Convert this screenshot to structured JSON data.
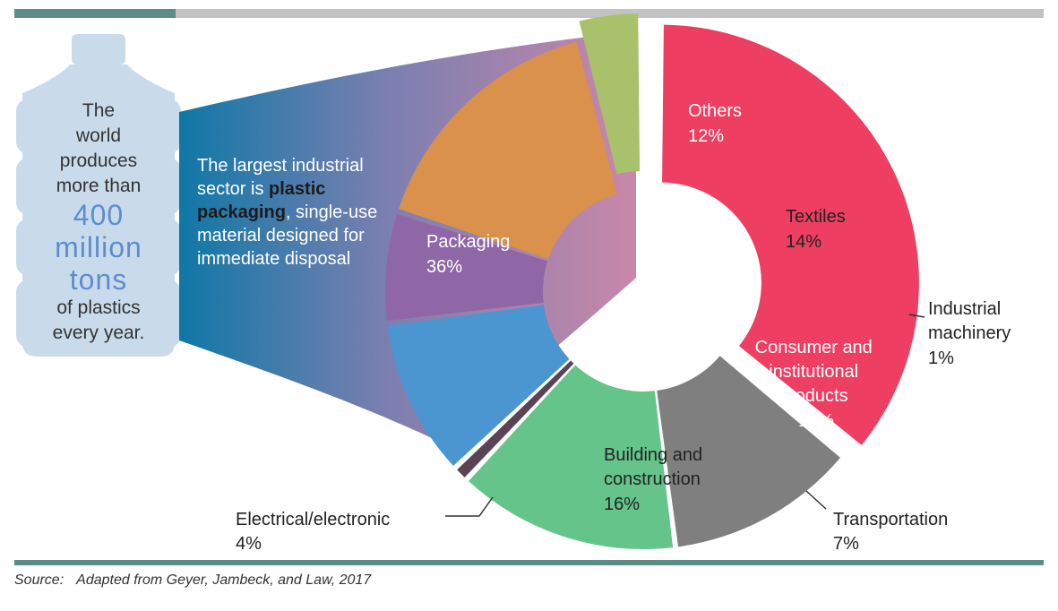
{
  "bottle": {
    "line1": "The",
    "line2": "world",
    "line3": "produces",
    "line4": "more than",
    "big1": "400",
    "big2": "million",
    "big3": "tons",
    "line5": "of plastics",
    "line6": "every year."
  },
  "intro": {
    "part1": "The largest industrial sector is ",
    "bold": "plastic packaging",
    "part2": ", single-use material designed for immediate disposal"
  },
  "source": {
    "label": "Source:",
    "text": "Adapted from Geyer, Jambeck, and Law, 2017"
  },
  "chart_data": {
    "type": "pie",
    "categories": [
      "Packaging",
      "Others",
      "Textiles",
      "Industrial machinery",
      "Consumer and institutional products",
      "Transportation",
      "Building and construction",
      "Electrical/electronic"
    ],
    "values": [
      36,
      12,
      14,
      1,
      10,
      7,
      16,
      4
    ],
    "value_labels": [
      "36%",
      "12%",
      "14%",
      "1%",
      "10%",
      "7%",
      "16%",
      "4%"
    ],
    "colors": [
      "#ee3e62",
      "#7f7f7f",
      "#65c48a",
      "#5a4454",
      "#4b96d0",
      "#8f67a6",
      "#d9914c",
      "#a8c16a"
    ],
    "donut": true,
    "exploded": [
      "Packaging",
      "Electrical/electronic"
    ],
    "legend": "none"
  }
}
